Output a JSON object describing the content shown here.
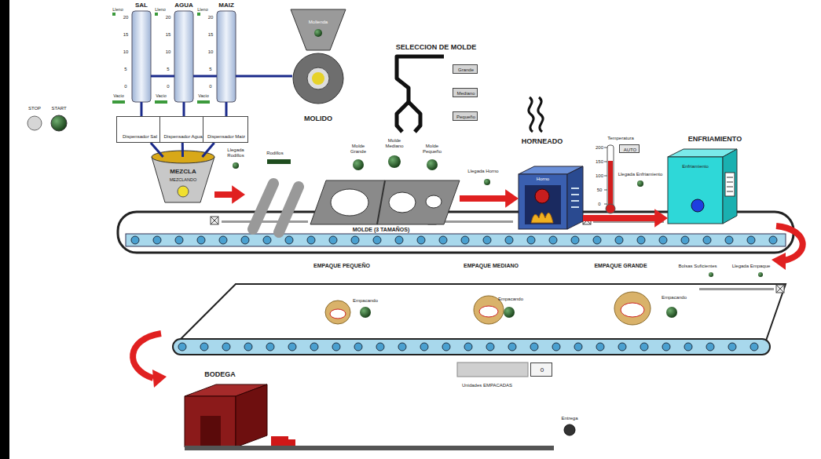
{
  "diagram": {
    "nodes": [
      {
        "text": [
          "SAL"
        ]
      },
      {
        "text": [
          "AGUA"
        ]
      },
      {
        "text": [
          "MAIZ"
        ]
      },
      {
        "text": [
          "Molienda",
          "MOLIDO"
        ]
      },
      {
        "text": [
          "Grande"
        ]
      },
      {
        "text": [
          "Mediano"
        ]
      },
      {
        "text": [
          "Pequeño"
        ]
      },
      {
        "text": [
          "Dispensador Sal"
        ]
      },
      {
        "text": [
          "Dispensador Agua"
        ]
      },
      {
        "text": [
          "Dispensador Maiz"
        ]
      },
      {
        "text": [
          "AUTO"
        ]
      },
      {
        "text": [
          "HORNEADO",
          "Horno"
        ]
      },
      {
        "text": [
          "ENFRIAMIENTO",
          "Enfriamiento"
        ]
      },
      {
        "text": [
          "MEZCLA",
          "MEZCLANDO"
        ]
      },
      {
        "text": [
          "Rodillos"
        ]
      },
      {
        "text": [
          "MOLDE (3 TAMAÑOS)"
        ]
      },
      {
        "text": [
          "0"
        ]
      },
      {
        "text": [
          "BODEGA"
        ]
      }
    ],
    "edges": [
      {
        "from": 3,
        "to": 2,
        "arrow": "none"
      },
      {
        "from": 0,
        "to": 7,
        "arrow": "none"
      },
      {
        "from": 1,
        "to": 8,
        "arrow": "none"
      },
      {
        "from": 2,
        "to": 9,
        "arrow": "none"
      },
      {
        "from": 7,
        "to": 13,
        "arrow": "none"
      },
      {
        "from": 8,
        "to": 13,
        "arrow": "none"
      },
      {
        "from": 9,
        "to": 13,
        "arrow": "none"
      },
      {
        "from": 13,
        "to": 14,
        "arrow": "to"
      },
      {
        "from": 15,
        "to": 11,
        "arrow": "to"
      },
      {
        "from": 11,
        "to": 12,
        "arrow": "to"
      }
    ],
    "labels": [
      "STOP",
      "START",
      "Lleno",
      "20",
      "15",
      "10",
      "5",
      "0",
      "Vacío",
      "Lleno",
      "20",
      "15",
      "10",
      "5",
      "0",
      "Vacío",
      "Lleno",
      "20",
      "15",
      "10",
      "5",
      "0",
      "Vacío",
      "Llegada Rodillos",
      "SELECCION DE MOLDE",
      "Molde Grande",
      "Molde Mediano",
      "Molde Pequeño",
      "Llegada Horno",
      "Temperatura",
      "200",
      "150",
      "100",
      "50",
      "0",
      "Llegada Enfriamiento",
      "EMPAQUE PEQUEÑO",
      "EMPAQUE MEDIANO",
      "EMPAQUE GRANDE",
      "Bolsas Suficientes",
      "Llegada Empaque",
      "Empacando",
      "Empacando",
      "Empacando",
      "Unidades EMPACADAS",
      "Entrega"
    ]
  }
}
